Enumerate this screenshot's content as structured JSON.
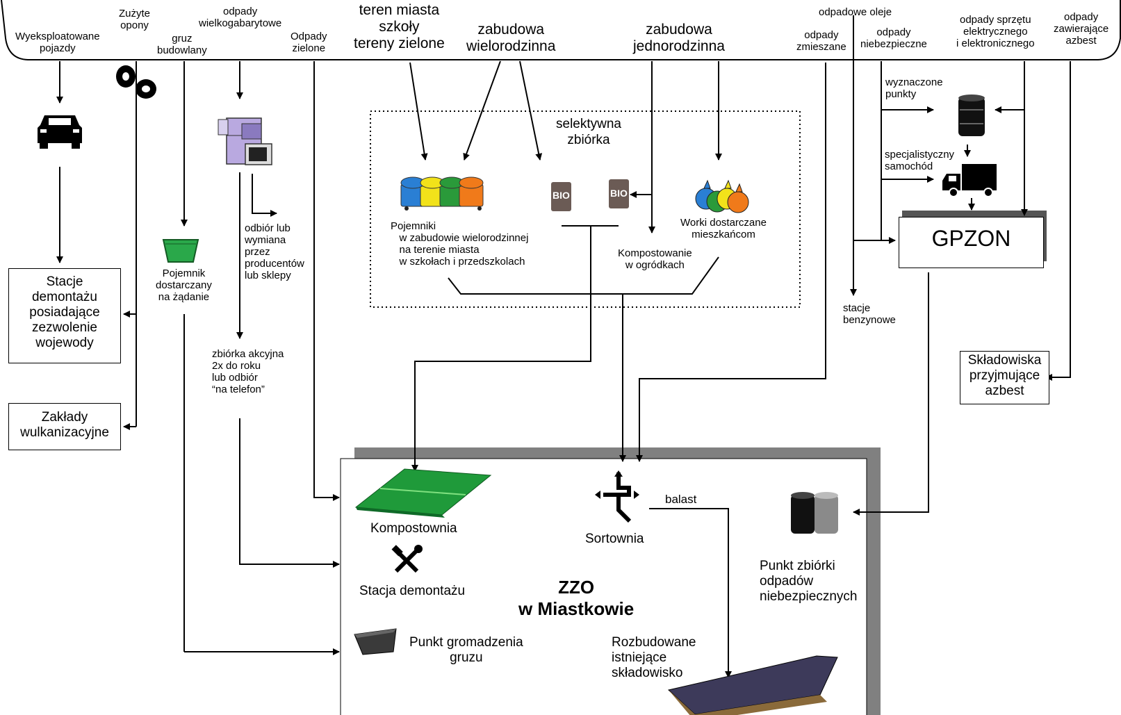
{
  "sources": {
    "pojazdy": "Wyeksploatowane\npojazdy",
    "opony": "Zużyte\nopony",
    "gruz": "gruz\nbudowlany",
    "wielkogabarytowe": "odpady\nwielkogabarytowe",
    "zielone": "Odpady\nzielone",
    "teren_miasta": "teren miasta\nszkoły\ntereny zielone",
    "wielorodzinna": "zabudowa\nwielorodzinna",
    "jednorodzinna": "zabudowa\njednorodzinna",
    "oleje": "odpadowe oleje",
    "zmieszane": "odpady\nzmieszane",
    "niebezpieczne": "odpady\nniebezpieczne",
    "sprzet": "odpady sprzętu\nelektrycznego\ni elektronicznego",
    "azbest": "odpady\nzawierające\nazbest"
  },
  "labels": {
    "selektywna": "selektywna\nzbiórka",
    "pojemniki": "Pojemniki\n   w zabudowie wielorodzinnej\n   na terenie miasta\n   w szkołach i przedszkolach",
    "worki": "Worki dostarczane\nmieszkańcom",
    "kompostowanie_ogrodki": "Kompostowanie\nw ogródkach",
    "pojemnik_zadanie": "Pojemnik\ndostarczany\nna żądanie",
    "odbior_wymiana": "odbiór lub\nwymiana\nprzez\nproducentów\nlub sklepy",
    "zbiorka_akcyjna": "zbiórka akcyjna\n2x do roku\nlub odbiór\n“na telefon”",
    "wyznaczone": "wyznaczone\npunkty",
    "specjalistyczny": "specjalistyczny\nsamochód",
    "stacje_benzynowe": "stacje\nbenzynowe",
    "balast": "balast",
    "bio1": "BIO",
    "bio2": "BIO"
  },
  "boxes": {
    "stacje_demontazu": "Stacje\ndemontażu\nposiadające\nzezwolenie\nwojewody",
    "zaklady_wulk": "Zakłady\nwulkanizacyjne",
    "gpzon": "GPZON",
    "skladowiska_azbest": "Składowiska\nprzyjmujące\nazbest"
  },
  "zzo": {
    "title": "ZZO\nw Miastkowie",
    "kompostownia": "Kompostownia",
    "sortownia": "Sortownia",
    "stacja_demontazu": "Stacja demontażu",
    "punkt_gruzu": "Punkt gromadzenia\ngruzu",
    "punkt_niebezpiecznych": "Punkt zbiórki\nodpadów\nniebezpiecznych",
    "skladowisko": "Rozbudowane\nistniejące\nskładowisko"
  },
  "colors": {
    "bin_blue": "#2a7fd4",
    "bin_yellow": "#f2e21a",
    "bin_green": "#2a9a3a",
    "bin_orange": "#f07a1a",
    "compost_green": "#1f9a3a",
    "shadow_gray": "#808080"
  }
}
